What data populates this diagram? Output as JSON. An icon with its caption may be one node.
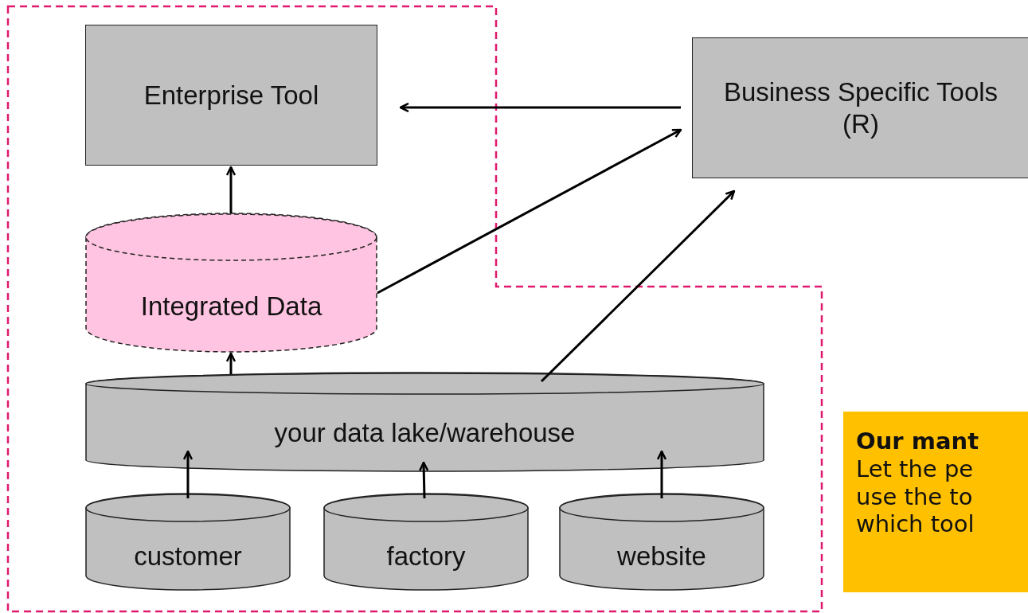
{
  "diagram": {
    "nodes": [
      {
        "text": [
          "Enterprise Tool"
        ]
      },
      {
        "text": [
          "Business Specific Tools",
          "(R)"
        ]
      },
      {
        "text": [
          "Integrated Data"
        ]
      },
      {
        "text": [
          "your data lake/warehouse"
        ]
      },
      {
        "text": [
          "customer"
        ]
      },
      {
        "text": [
          "factory"
        ]
      },
      {
        "text": [
          "website"
        ]
      },
      {
        "text": [
          "Our mant",
          "Let the pe use the to which tool"
        ]
      }
    ],
    "edges": [
      {
        "from": 1,
        "to": 0,
        "arrow": "to"
      },
      {
        "from": 2,
        "to": 0,
        "arrow": "to"
      },
      {
        "from": 2,
        "to": 1,
        "arrow": "to"
      },
      {
        "from": 3,
        "to": 1,
        "arrow": "to"
      },
      {
        "from": 3,
        "to": 2,
        "arrow": "to"
      },
      {
        "from": 4,
        "to": 3,
        "arrow": "to"
      },
      {
        "from": 5,
        "to": 3,
        "arrow": "to"
      },
      {
        "from": 6,
        "to": 3,
        "arrow": "to"
      }
    ]
  }
}
